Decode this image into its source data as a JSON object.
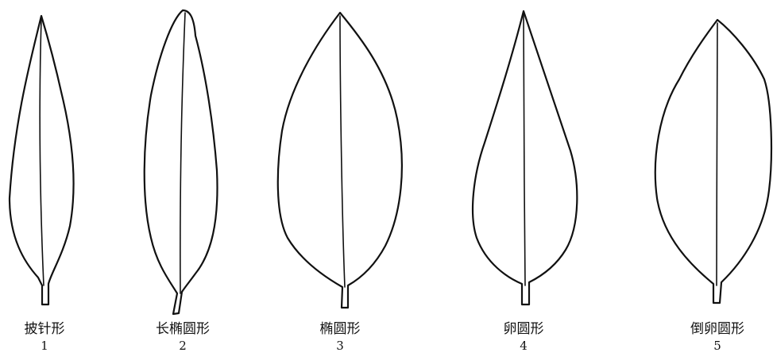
{
  "leaves": [
    {
      "name": "披针形",
      "number": "1"
    },
    {
      "name": "长椭圆形",
      "number": "2"
    },
    {
      "name": "椭圆形",
      "number": "3"
    },
    {
      "name": "卵圆形",
      "number": "4"
    },
    {
      "name": "倒卵圆形",
      "number": "5"
    }
  ]
}
